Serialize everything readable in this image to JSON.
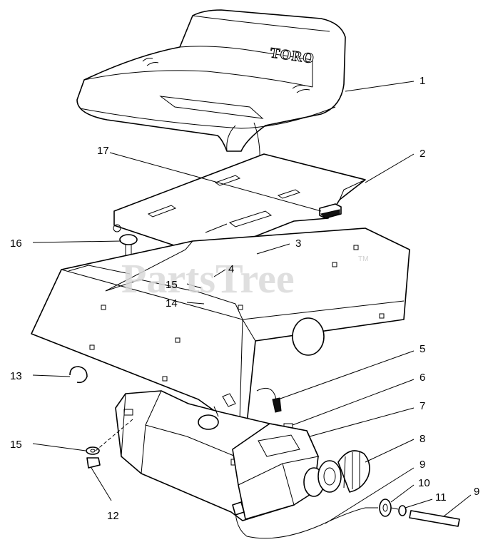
{
  "watermark": {
    "text": "PartsTree",
    "trademark": "TM"
  },
  "seat_brand": "TORO",
  "callouts": [
    {
      "id": "c1",
      "label": "1"
    },
    {
      "id": "c2",
      "label": "2"
    },
    {
      "id": "c3",
      "label": "3"
    },
    {
      "id": "c4",
      "label": "4"
    },
    {
      "id": "c5",
      "label": "5"
    },
    {
      "id": "c6",
      "label": "6"
    },
    {
      "id": "c7",
      "label": "7"
    },
    {
      "id": "c8",
      "label": "8"
    },
    {
      "id": "c9a",
      "label": "9"
    },
    {
      "id": "c9b",
      "label": "9"
    },
    {
      "id": "c10",
      "label": "10"
    },
    {
      "id": "c11",
      "label": "11"
    },
    {
      "id": "c12",
      "label": "12"
    },
    {
      "id": "c13",
      "label": "13"
    },
    {
      "id": "c14",
      "label": "14"
    },
    {
      "id": "c15a",
      "label": "15"
    },
    {
      "id": "c15b",
      "label": "15"
    },
    {
      "id": "c16",
      "label": "16"
    },
    {
      "id": "c17",
      "label": "17"
    }
  ]
}
